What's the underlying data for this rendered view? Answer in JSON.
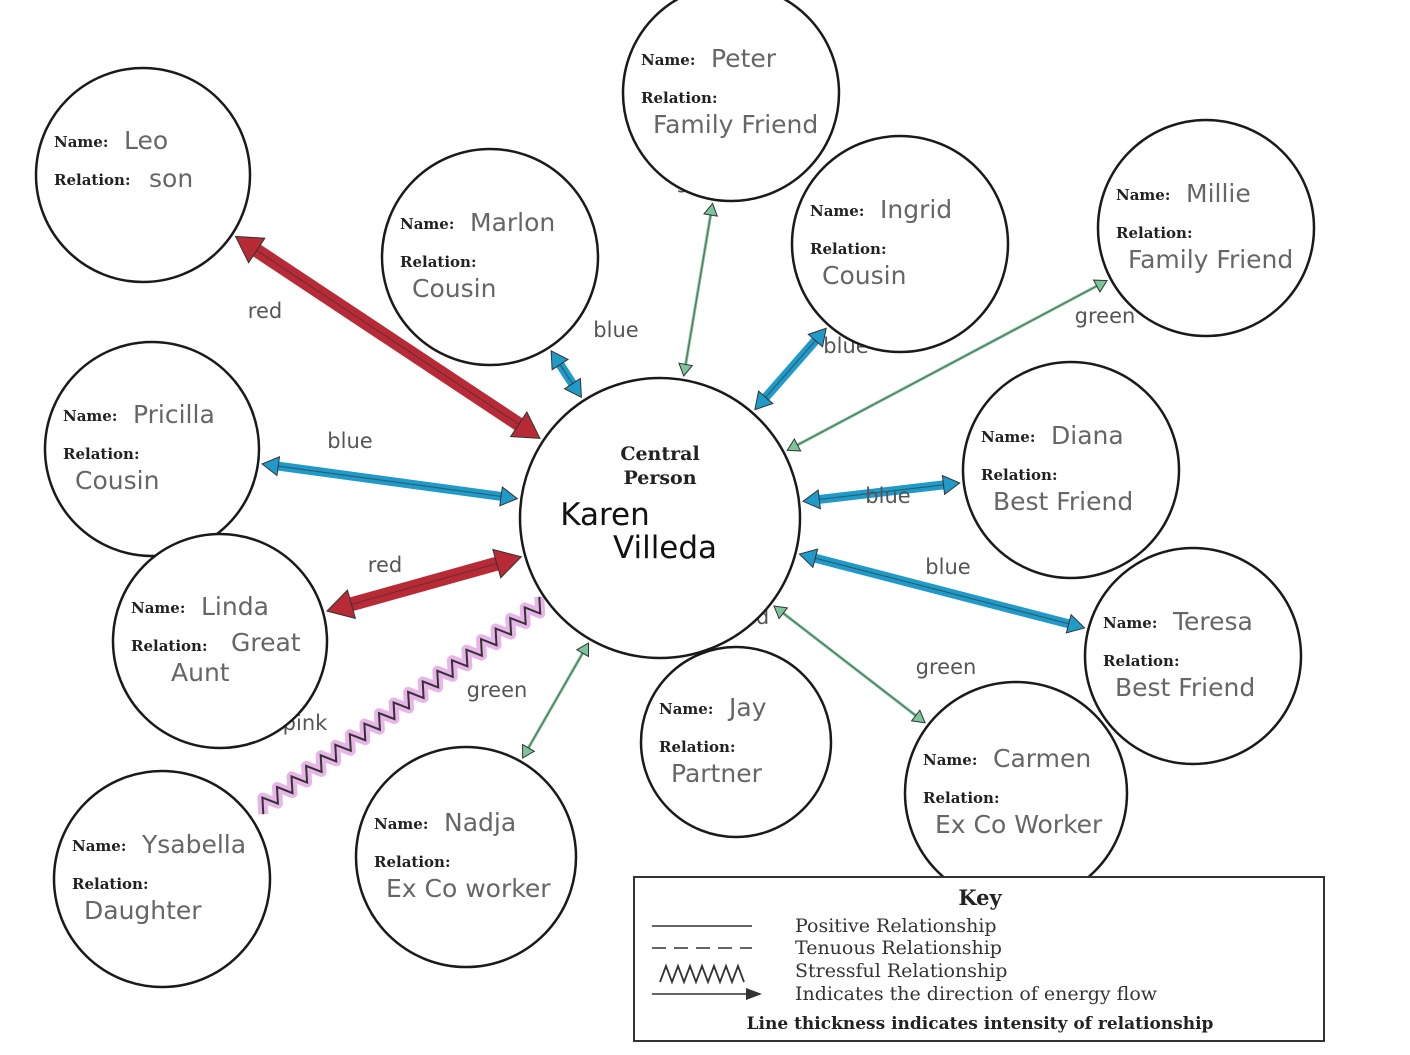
{
  "center": {
    "label_line1": "Central",
    "label_line2": "Person",
    "name_line1": "Karen",
    "name_line2": "Villeda"
  },
  "field_labels": {
    "name": "Name:",
    "relation": "Relation:"
  },
  "colors": {
    "red": "#b82a36",
    "blue": "#1f9ac9",
    "green": "#7cc59a",
    "pink": "#e3a8e3",
    "outline": "#1a1a1a"
  },
  "nodes": [
    {
      "id": "leo",
      "name": "Leo",
      "relation_lines": [
        "son"
      ],
      "edge_color": "red",
      "edge_label": "red",
      "relationship": "positive",
      "arrow": "both",
      "intensity": "thick"
    },
    {
      "id": "marlon",
      "name": "Marlon",
      "relation_lines": [
        "Cousin"
      ],
      "edge_color": "blue",
      "edge_label": "blue",
      "relationship": "positive",
      "arrow": "both",
      "intensity": "medium"
    },
    {
      "id": "peter",
      "name": "Peter",
      "relation_lines": [
        "Family Friend"
      ],
      "edge_color": "green",
      "edge_label": "green",
      "relationship": "positive",
      "arrow": "both",
      "intensity": "thin"
    },
    {
      "id": "ingrid",
      "name": "Ingrid",
      "relation_lines": [
        "Cousin"
      ],
      "edge_color": "blue",
      "edge_label": "blue",
      "relationship": "positive",
      "arrow": "both",
      "intensity": "medium"
    },
    {
      "id": "millie",
      "name": "Millie",
      "relation_lines": [
        "Family Friend"
      ],
      "edge_color": "green",
      "edge_label": "green",
      "relationship": "positive",
      "arrow": "both",
      "intensity": "thin"
    },
    {
      "id": "pricilla",
      "name": "Pricilla",
      "relation_lines": [
        "Cousin"
      ],
      "edge_color": "blue",
      "edge_label": "blue",
      "relationship": "positive",
      "arrow": "both",
      "intensity": "medium"
    },
    {
      "id": "diana",
      "name": "Diana",
      "relation_lines": [
        "Best Friend"
      ],
      "edge_color": "blue",
      "edge_label": "blue",
      "relationship": "positive",
      "arrow": "both",
      "intensity": "medium"
    },
    {
      "id": "teresa",
      "name": "Teresa",
      "relation_lines": [
        "Best Friend"
      ],
      "edge_color": "blue",
      "edge_label": "blue",
      "relationship": "positive",
      "arrow": "both",
      "intensity": "medium"
    },
    {
      "id": "linda",
      "name": "Linda",
      "relation_lines": [
        "Great",
        "Aunt"
      ],
      "edge_color": "red",
      "edge_label": "red",
      "relationship": "positive",
      "arrow": "both",
      "intensity": "thick"
    },
    {
      "id": "jay",
      "name": "Jay",
      "relation_lines": [
        "Partner"
      ],
      "edge_color": "red",
      "edge_label": "red",
      "relationship": "positive",
      "arrow": "both",
      "intensity": "thick"
    },
    {
      "id": "carmen",
      "name": "Carmen",
      "relation_lines": [
        "Ex Co Worker"
      ],
      "edge_color": "green",
      "edge_label": "green",
      "relationship": "positive",
      "arrow": "both",
      "intensity": "thin"
    },
    {
      "id": "nadja",
      "name": "Nadja",
      "relation_lines": [
        "Ex Co worker"
      ],
      "edge_color": "green",
      "edge_label": "green",
      "relationship": "positive",
      "arrow": "both",
      "intensity": "thin"
    },
    {
      "id": "ysabella",
      "name": "Ysabella",
      "relation_lines": [
        "Daughter"
      ],
      "edge_color": "pink",
      "edge_label": "pink",
      "relationship": "stressful",
      "arrow": "none",
      "intensity": "medium"
    }
  ],
  "key": {
    "title": "Key",
    "items": [
      {
        "symbol": "solid-line",
        "label": "Positive Relationship"
      },
      {
        "symbol": "dashed-line",
        "label": "Tenuous Relationship"
      },
      {
        "symbol": "zigzag-line",
        "label": "Stressful Relationship"
      },
      {
        "symbol": "arrow-line",
        "label": "Indicates the direction of energy flow"
      }
    ],
    "note": "Line thickness indicates intensity of relationship"
  }
}
